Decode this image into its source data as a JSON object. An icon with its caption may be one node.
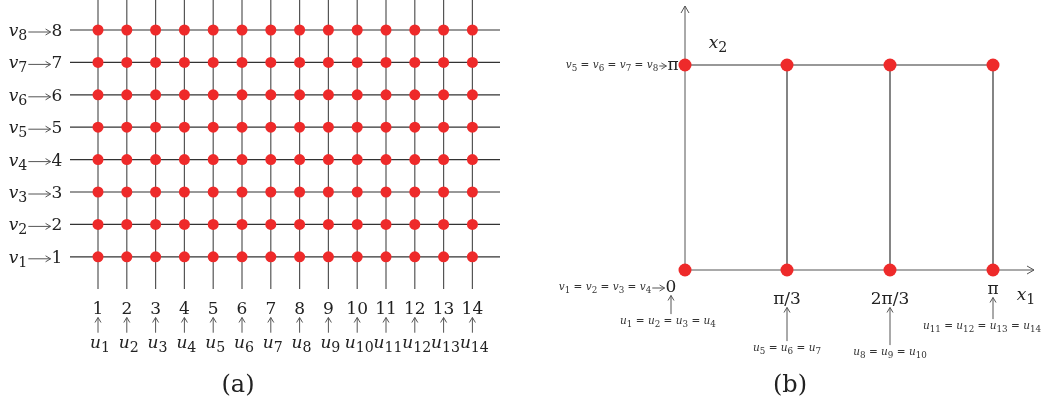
{
  "diagram": {
    "nodes": [
      {
        "text": [
          "*v*$_{8}$"
        ]
      },
      {
        "text": [
          "8"
        ]
      },
      {
        "text": [
          "*v*$_{7}$"
        ]
      },
      {
        "text": [
          "7"
        ]
      },
      {
        "text": [
          "*v*$_{6}$"
        ]
      },
      {
        "text": [
          "6"
        ]
      },
      {
        "text": [
          "*v*$_{5}$"
        ]
      },
      {
        "text": [
          "5"
        ]
      },
      {
        "text": [
          "*v*$_{4}$"
        ]
      },
      {
        "text": [
          "4"
        ]
      },
      {
        "text": [
          "*v*$_{3}$"
        ]
      },
      {
        "text": [
          "3"
        ]
      },
      {
        "text": [
          "*v*$_{2}$"
        ]
      },
      {
        "text": [
          "2"
        ]
      },
      {
        "text": [
          "*v*$_{1}$"
        ]
      },
      {
        "text": [
          "1"
        ]
      },
      {
        "text": [
          "1"
        ]
      },
      {
        "text": [
          "2"
        ]
      },
      {
        "text": [
          "3"
        ]
      },
      {
        "text": [
          "4"
        ]
      },
      {
        "text": [
          "5"
        ]
      },
      {
        "text": [
          "6"
        ]
      },
      {
        "text": [
          "7"
        ]
      },
      {
        "text": [
          "8"
        ]
      },
      {
        "text": [
          "9"
        ]
      },
      {
        "text": [
          "10"
        ]
      },
      {
        "text": [
          "11"
        ]
      },
      {
        "text": [
          "12"
        ]
      },
      {
        "text": [
          "13"
        ]
      },
      {
        "text": [
          "14"
        ]
      },
      {
        "text": [
          "*u*$_{1}$"
        ]
      },
      {
        "text": [
          "*u*$_{2}$"
        ]
      },
      {
        "text": [
          "*u*$_{3}$"
        ]
      },
      {
        "text": [
          "*u*$_{4}$"
        ]
      },
      {
        "text": [
          "*u*$_{5}$"
        ]
      },
      {
        "text": [
          "*u*$_{6}$"
        ]
      },
      {
        "text": [
          "*u*$_{7}$"
        ]
      },
      {
        "text": [
          "*u*$_{8}$"
        ]
      },
      {
        "text": [
          "*u*$_{9}$"
        ]
      },
      {
        "text": [
          "*u*$_{10}$"
        ]
      },
      {
        "text": [
          "*u*$_{11}$"
        ]
      },
      {
        "text": [
          "*u*$_{12}$"
        ]
      },
      {
        "text": [
          "*u*$_{13}$"
        ]
      },
      {
        "text": [
          "*u*$_{14}$"
        ]
      },
      {
        "text": [
          "*v*$_{5}$ = *v*$_{6}$ = *v*$_{7}$ = *v*$_{8}$"
        ]
      },
      {
        "text": [
          "π"
        ]
      },
      {
        "text": [
          "*v*$_{1}$ = *v*$_{2}$ = *v*$_{3}$ = *v*$_{4}$"
        ]
      },
      {
        "text": [
          "0"
        ]
      },
      {
        "text": [
          "π/3"
        ]
      },
      {
        "text": [
          "2π/3"
        ]
      },
      {
        "text": [
          "π"
        ]
      },
      {
        "text": [
          "*u*$_{1}$ = *u*$_{2}$ = *u*$_{3}$ = *u*$_{4}$"
        ]
      },
      {
        "text": [
          "*u*$_{5}$ = *u*$_{6}$ = *u*$_{7}$"
        ]
      },
      {
        "text": [
          "*u*$_{8}$ = *u*$_{9}$ = *u*$_{10}$"
        ]
      },
      {
        "text": [
          "*u*$_{11}$ = *u*$_{12}$ = *u*$_{13}$ = *u*$_{14}$"
        ]
      }
    ],
    "edges": [
      {
        "from": 0,
        "to": 1,
        "arrow": "to"
      },
      {
        "from": 2,
        "to": 3,
        "arrow": "to"
      },
      {
        "from": 4,
        "to": 5,
        "arrow": "to"
      },
      {
        "from": 6,
        "to": 7,
        "arrow": "to"
      },
      {
        "from": 8,
        "to": 9,
        "arrow": "to"
      },
      {
        "from": 10,
        "to": 11,
        "arrow": "to"
      },
      {
        "from": 12,
        "to": 13,
        "arrow": "to"
      },
      {
        "from": 14,
        "to": 15,
        "arrow": "to"
      },
      {
        "from": 30,
        "to": 16,
        "arrow": "to"
      },
      {
        "from": 31,
        "to": 17,
        "arrow": "to"
      },
      {
        "from": 32,
        "to": 18,
        "arrow": "to"
      },
      {
        "from": 33,
        "to": 19,
        "arrow": "to"
      },
      {
        "from": 34,
        "to": 20,
        "arrow": "to"
      },
      {
        "from": 35,
        "to": 21,
        "arrow": "to"
      },
      {
        "from": 36,
        "to": 22,
        "arrow": "to"
      },
      {
        "from": 37,
        "to": 23,
        "arrow": "to"
      },
      {
        "from": 38,
        "to": 24,
        "arrow": "to"
      },
      {
        "from": 39,
        "to": 25,
        "arrow": "to"
      },
      {
        "from": 40,
        "to": 26,
        "arrow": "to"
      },
      {
        "from": 41,
        "to": 27,
        "arrow": "to"
      },
      {
        "from": 42,
        "to": 28,
        "arrow": "to"
      },
      {
        "from": 43,
        "to": 29,
        "arrow": "to"
      },
      {
        "from": 44,
        "to": 45,
        "arrow": "to"
      },
      {
        "from": 46,
        "to": 47,
        "arrow": "to"
      },
      {
        "from": 51,
        "to": 47,
        "arrow": "to"
      },
      {
        "from": 52,
        "to": 48,
        "arrow": "to"
      },
      {
        "from": 53,
        "to": 49,
        "arrow": "to"
      },
      {
        "from": 54,
        "to": 50,
        "arrow": "to"
      }
    ],
    "labels": [
      "*x*$_{2}$",
      "*x*$_{1}$",
      "(a)",
      "(b)"
    ]
  }
}
